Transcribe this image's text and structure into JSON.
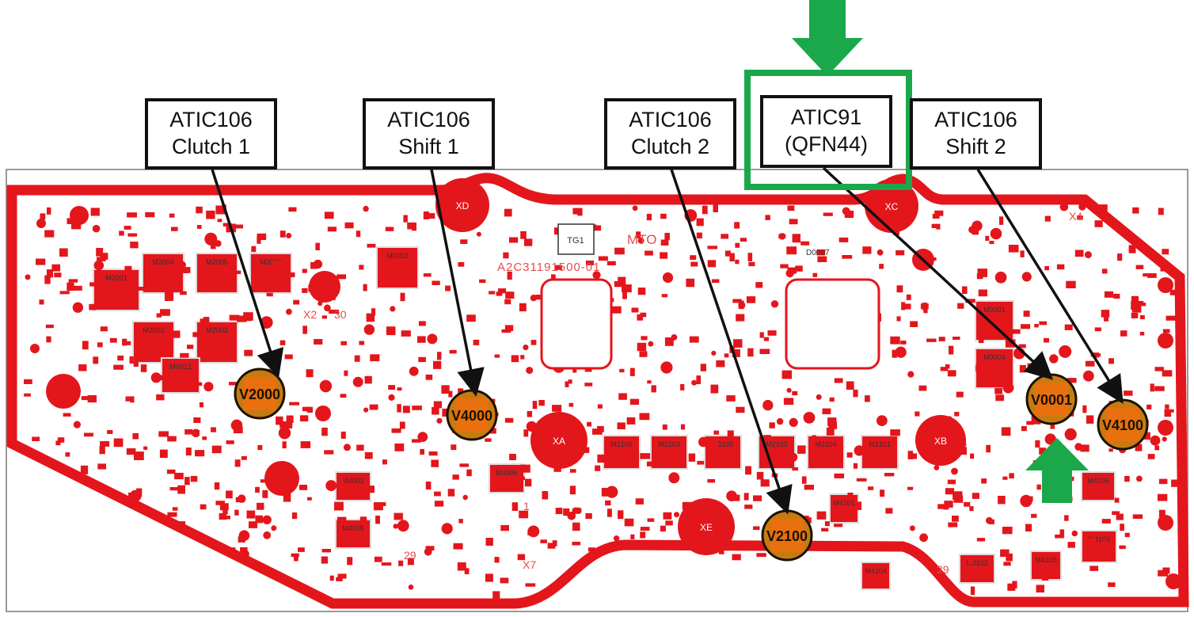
{
  "callouts": [
    {
      "line1": "ATIC106",
      "line2": "Clutch 1"
    },
    {
      "line1": "ATIC106",
      "line2": "Shift 1"
    },
    {
      "line1": "ATIC106",
      "line2": "Clutch 2"
    },
    {
      "line1": "ATIC91",
      "line2": "(QFN44)"
    },
    {
      "line1": "ATIC106",
      "line2": "Shift 2"
    }
  ],
  "chips": [
    "V2000",
    "V4000",
    "V2100",
    "V0001",
    "V4100"
  ],
  "board_labels": {
    "part_number": "A2C31191500-01",
    "board_name": "MTO",
    "tg1": "TG1",
    "d0007": "D0007",
    "x4": "X4",
    "x2": "X2",
    "x7": "X7",
    "pin30": "30",
    "pin29a": "29",
    "pin29b": "29",
    "pin1": "1",
    "xa": "XA",
    "xb": "XB",
    "xc": "XC",
    "xd": "XD",
    "xe": "XE"
  },
  "modules": [
    "M2001",
    "M2004",
    "M2005",
    "M2006",
    "M2002",
    "M2003",
    "M0012",
    "M0002",
    "M0001",
    "M0004",
    "M2106",
    "M2103",
    "M2105",
    "M2102",
    "M2104",
    "M2101",
    "M4006",
    "M4003",
    "M4005",
    "M4101",
    "M4102",
    "M4105",
    "M4106",
    "M4103",
    "M4104"
  ],
  "colors": {
    "board_red": "#e3161c",
    "chip_orange": "#e8700e",
    "chip_ring": "#1a1200",
    "highlight_green": "#1aa84a",
    "arrow_green": "#1aa84a"
  }
}
